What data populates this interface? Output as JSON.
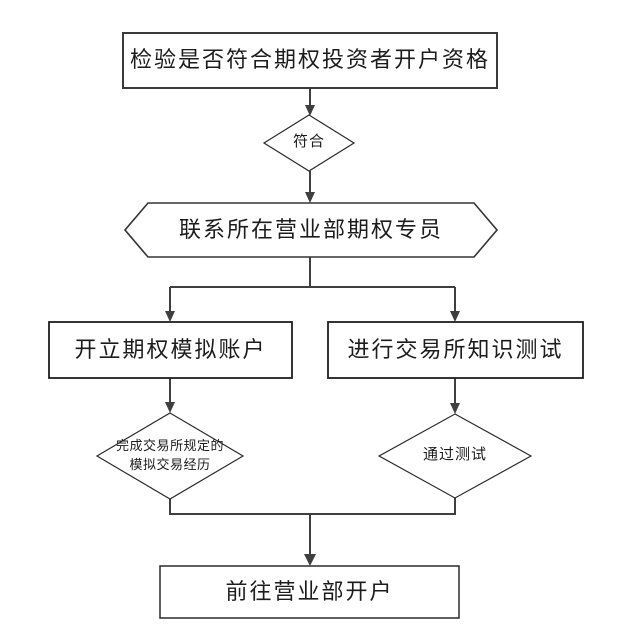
{
  "diagram": {
    "type": "flowchart",
    "background": "#ffffff",
    "line_color": "#3f3f3f",
    "shape_border_color": "#2b2b2b",
    "text_color": "#1c1c1c",
    "nodes": [
      {
        "id": "check-eligibility",
        "shape": "rectangle",
        "label": "检验是否符合期权投资者开户资格"
      },
      {
        "id": "eligible",
        "shape": "diamond",
        "label": "符合"
      },
      {
        "id": "contact-specialist",
        "shape": "hexagon",
        "label": "联系所在营业部期权专员"
      },
      {
        "id": "open-sim-account",
        "shape": "rectangle",
        "label": "开立期权模拟账户"
      },
      {
        "id": "exchange-knowledge-test",
        "shape": "rectangle",
        "label": "进行交易所知识测试"
      },
      {
        "id": "sim-trading-experience",
        "shape": "diamond",
        "label": "完成交易所规定的模拟交易经历",
        "lines": [
          "完成交易所规定的",
          "模拟交易经历"
        ]
      },
      {
        "id": "pass-test",
        "shape": "diamond",
        "label": "通过测试"
      },
      {
        "id": "open-account",
        "shape": "rectangle",
        "label": "前往营业部开户"
      }
    ],
    "edges": [
      {
        "from": "check-eligibility",
        "to": "eligible"
      },
      {
        "from": "eligible",
        "to": "contact-specialist"
      },
      {
        "from": "contact-specialist",
        "to": "open-sim-account"
      },
      {
        "from": "contact-specialist",
        "to": "exchange-knowledge-test"
      },
      {
        "from": "open-sim-account",
        "to": "sim-trading-experience"
      },
      {
        "from": "exchange-knowledge-test",
        "to": "pass-test"
      },
      {
        "from": "sim-trading-experience",
        "to": "open-account"
      },
      {
        "from": "pass-test",
        "to": "open-account"
      }
    ]
  }
}
